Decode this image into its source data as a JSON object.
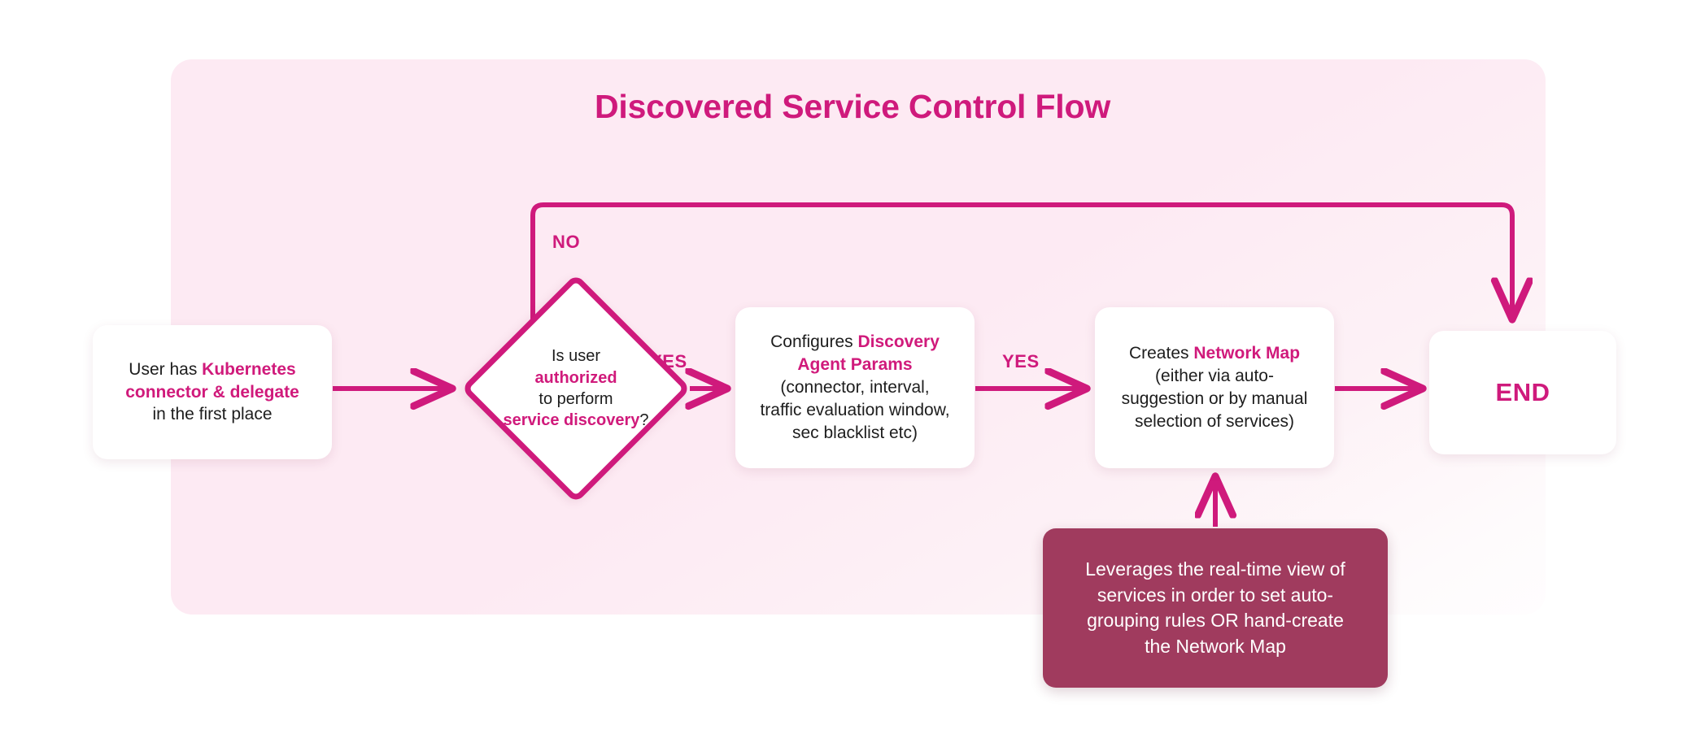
{
  "diagram": {
    "title": "Discovered Service Control Flow",
    "accent_color": "#cf1a7c",
    "panel_color": "#fdeaf3",
    "note_color": "#a03b5e",
    "text_color": "#1d1d1d"
  },
  "nodes": {
    "start": {
      "name": "start-node",
      "shape": "rounded-rect",
      "line1_plain": "User has ",
      "line1_highlight": "Kubernetes",
      "line2_highlight": "connector & delegate",
      "line3_plain": "in the first place"
    },
    "decision": {
      "name": "decision-node",
      "shape": "diamond",
      "line1": "Is user",
      "line2_highlight": "authorized",
      "line3": "to perform",
      "line4_highlight": "service discovery",
      "line4_tail": "?"
    },
    "params": {
      "name": "configure-params-node",
      "shape": "rounded-rect",
      "line1_plain": "Configures ",
      "line1_highlight": "Discovery",
      "line2_highlight": "Agent Params",
      "line3": "(connector, interval,",
      "line4": "traffic evaluation window,",
      "line5": "sec blacklist etc)"
    },
    "map": {
      "name": "create-network-map-node",
      "shape": "rounded-rect",
      "line1_plain": "Creates ",
      "line1_highlight": "Network Map",
      "line2": "(either via auto-",
      "line3": "suggestion or by manual",
      "line4": "selection of services)"
    },
    "end": {
      "name": "end-node",
      "shape": "rounded-rect",
      "label": "END"
    },
    "note": {
      "name": "annotation-note",
      "shape": "rounded-rect-dark",
      "line1": "Leverages the real-time view of",
      "line2": "services in order to set auto-",
      "line3": "grouping rules OR hand-create",
      "line4": "the Network Map"
    }
  },
  "edges": {
    "start_to_decision": {
      "label": ""
    },
    "decision_no": {
      "label": "NO",
      "from": "decision",
      "to": "end"
    },
    "decision_yes": {
      "label": "YES",
      "from": "decision",
      "to": "params"
    },
    "params_to_map": {
      "label": "YES",
      "from": "params",
      "to": "map"
    },
    "map_to_end": {
      "label": ""
    },
    "note_to_map": {
      "label": ""
    }
  }
}
